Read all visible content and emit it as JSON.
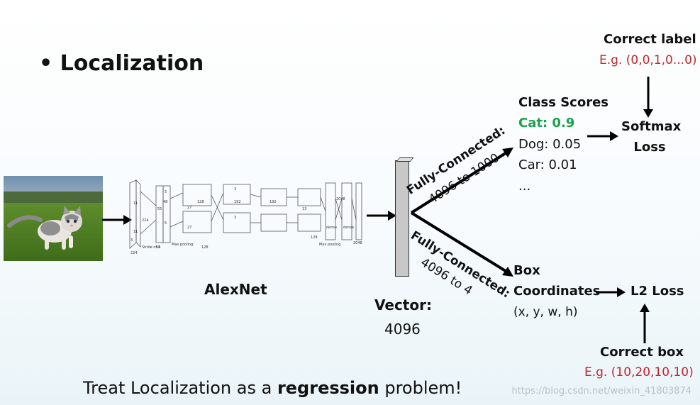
{
  "title": "Localization",
  "bullet": "•",
  "alexnet_label": "AlexNet",
  "vector": {
    "label": "Vector:",
    "size": "4096"
  },
  "fc_top": {
    "label": "Fully-Connected:",
    "dims": "4096 to 1000"
  },
  "fc_bottom": {
    "label": "Fully-Connected:",
    "dims": "4096 to 4"
  },
  "class_scores": {
    "title": "Class Scores",
    "items": [
      "Cat: 0.9",
      "Dog: 0.05",
      "Car: 0.01",
      "..."
    ]
  },
  "softmax": {
    "line1": "Softmax",
    "line2": "Loss"
  },
  "correct_label": {
    "title": "Correct label",
    "example": "E.g. (0,0,1,0...0)"
  },
  "box": {
    "line1": "Box",
    "line2": "Coordinates",
    "line3": "(x, y, w, h)"
  },
  "l2_loss": "L2 Loss",
  "correct_box": {
    "title": "Correct box",
    "example": "E.g. (10,20,10,10)"
  },
  "footer": {
    "before": "Treat Localization as a ",
    "bold": "regression",
    "after": " problem!"
  },
  "watermark": "https://blog.csdn.net/weixin_41803874",
  "alexnet_fig": {
    "small_labels": [
      "224",
      "224",
      "11",
      "11",
      "3",
      "Stride of 4",
      "55",
      "55",
      "48",
      "5",
      "5",
      "27",
      "27",
      "128",
      "128",
      "Max pooling",
      "3",
      "3",
      "13",
      "192",
      "192",
      "128",
      "2048",
      "2048",
      "dense",
      "dense",
      "Max pooling"
    ]
  },
  "colors": {
    "red": "#c0272d",
    "green": "#1aa14b",
    "vector_bar": "#c8c8c8"
  }
}
